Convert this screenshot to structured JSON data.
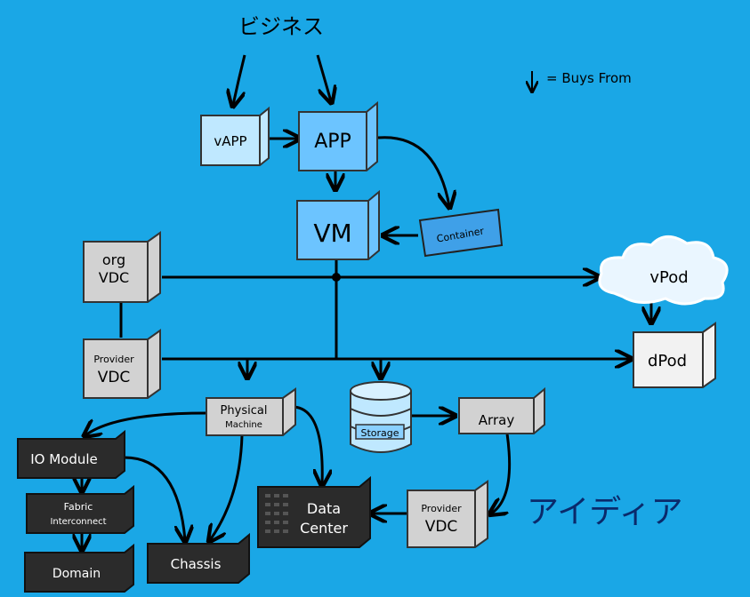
{
  "title": "ビジネス",
  "legend": {
    "arrow_glyph": "↓",
    "text": "= Buys From"
  },
  "side_label": "アイディア",
  "nodes": {
    "vapp": "vAPP",
    "app": "APP",
    "vm": "VM",
    "container": "Container",
    "org_vdc_line1": "org",
    "org_vdc_line2": "VDC",
    "provider_vdc_line1": "Provider",
    "provider_vdc_line2": "VDC",
    "vpod": "vPod",
    "dpod": "dPod",
    "physical_line1": "Physical",
    "physical_line2": "Machine",
    "storage": "Storage",
    "array": "Array",
    "io_module": "IO Module",
    "fabric_line1": "Fabric",
    "fabric_line2": "Interconnect",
    "domain": "Domain",
    "chassis": "Chassis",
    "dc_line1": "Data",
    "dc_line2": "Center",
    "provider2_line1": "Provider",
    "provider2_line2": "VDC"
  },
  "colors": {
    "background": "#1aa7e6",
    "light_blue_box": "#bfe8ff",
    "mid_blue_box": "#6cc4ff",
    "dark_box": "#2b2b2b",
    "gray_box": "#d2d2d2",
    "white_box": "#f2f2f2",
    "line": "#000000"
  }
}
